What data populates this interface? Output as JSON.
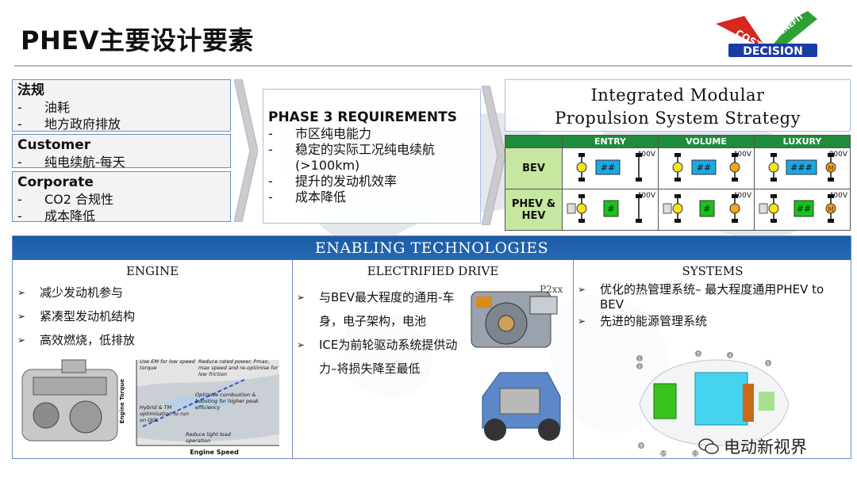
{
  "title": "PHEV主要设计要素",
  "logo": {
    "cost": "COST",
    "benefit": "BENEFIT",
    "decision": "DECISION"
  },
  "requirements": [
    {
      "heading": "法规",
      "items": [
        "油耗",
        "地方政府排放"
      ]
    },
    {
      "heading": "Customer",
      "items": [
        "纯电续航-每天"
      ]
    },
    {
      "heading": "Corporate",
      "items": [
        "CO2 合规性",
        "成本降低"
      ]
    }
  ],
  "phase3": {
    "heading": "PHASE 3 REQUIREMENTS",
    "items": [
      "市区纯电能力",
      "稳定的实际工况纯电续航 (>100km)",
      "提升的发动机效率",
      "成本降低"
    ]
  },
  "ims": {
    "title_line1": "Integrated Modular",
    "title_line2": "Propulsion System Strategy",
    "columns": [
      "ENTRY",
      "VOLUME",
      "LUXURY"
    ],
    "rows": [
      {
        "label": "BEV",
        "cells": [
          {
            "voltage": "400V",
            "marker": "##"
          },
          {
            "voltage": "400V",
            "marker": "##"
          },
          {
            "voltage": "800V",
            "marker": "###"
          }
        ]
      },
      {
        "label": "PHEV & HEV",
        "cells": [
          {
            "voltage": "400V",
            "marker": "#"
          },
          {
            "voltage": "400V",
            "marker": "#"
          },
          {
            "voltage": "400V",
            "marker": "##"
          }
        ]
      }
    ],
    "motor_mark": "M"
  },
  "enabling": {
    "heading": "ENABLING TECHNOLOGIES",
    "engine": {
      "title": "ENGINE",
      "items": [
        "减少发动机参与",
        "紧凑型发动机结构",
        "高效燃烧，低排放"
      ],
      "graph": {
        "ylabel": "Engine Torque",
        "xlabel": "Engine Speed",
        "notes": [
          "Use EM for low speed torque",
          "Reduce rated power, Pmax, max speed and re-optimise for low friction",
          "Optimise combustion & boosting for higher peak efficiency",
          "Hybrid & TM optimisation to run on OOL",
          "Reduce light load operation"
        ]
      }
    },
    "drive": {
      "title": "ELECTRIFIED DRIVE",
      "items": [
        "与BEV最大程度的通用-车身，电子架构，电池",
        "ICE为前轮驱动系统提供动力–将损失降至最低"
      ],
      "unit_label": "P2xx"
    },
    "systems": {
      "title": "SYSTEMS",
      "items": [
        "优化的热管理系统– 最大程度通用PHEV to BEV",
        "先进的能源管理系统"
      ],
      "callouts": [
        "1",
        "2",
        "3",
        "4",
        "5",
        "9",
        "10",
        "11"
      ]
    }
  },
  "watermark": "电动新视界",
  "colors": {
    "header_blue": "#1f5fa8",
    "table_green": "#1f8c3b",
    "row_green": "#c6e7a0",
    "marker_blue": "#19a9e6",
    "marker_green": "#18c21a",
    "border_blue": "#6c8ec9"
  }
}
